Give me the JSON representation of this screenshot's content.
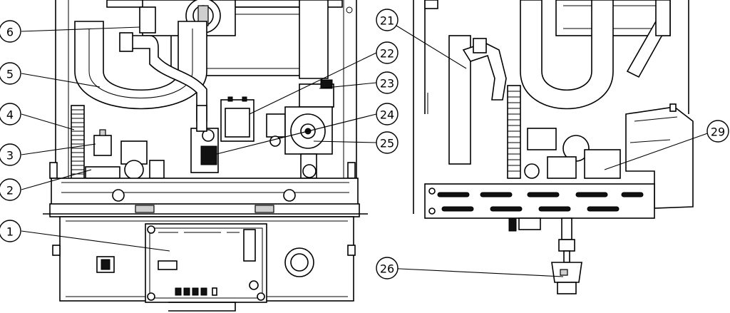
{
  "callouts": [
    {
      "id": "1",
      "label": "1"
    },
    {
      "id": "2",
      "label": "2"
    },
    {
      "id": "3",
      "label": "3"
    },
    {
      "id": "4",
      "label": "4"
    },
    {
      "id": "5",
      "label": "5"
    },
    {
      "id": "6",
      "label": "6"
    },
    {
      "id": "21",
      "label": "21"
    },
    {
      "id": "22",
      "label": "22"
    },
    {
      "id": "23",
      "label": "23"
    },
    {
      "id": "24",
      "label": "24"
    },
    {
      "id": "25",
      "label": "25"
    },
    {
      "id": "26",
      "label": "26"
    },
    {
      "id": "29",
      "label": "29"
    }
  ]
}
